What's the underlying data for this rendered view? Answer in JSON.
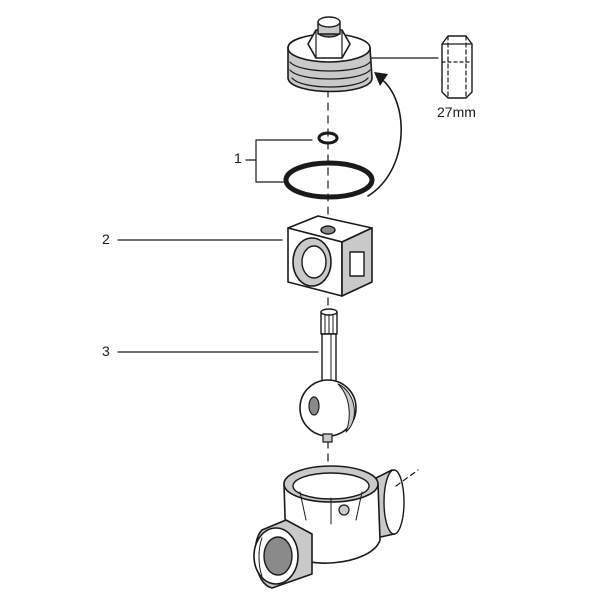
{
  "diagram": {
    "callouts": [
      {
        "id": "1",
        "label": "1",
        "part": "o-ring-seals"
      },
      {
        "id": "2",
        "label": "2",
        "part": "ball-holder-block"
      },
      {
        "id": "3",
        "label": "3",
        "part": "stem-and-ball"
      }
    ],
    "tool_label": "27mm",
    "colors": {
      "ink": "#1a1a1a",
      "shade": "#c9c9c9",
      "paper": "#ffffff"
    },
    "icons": {
      "tool": "hex-socket-icon",
      "rotation": "curved-arrow-icon"
    }
  }
}
